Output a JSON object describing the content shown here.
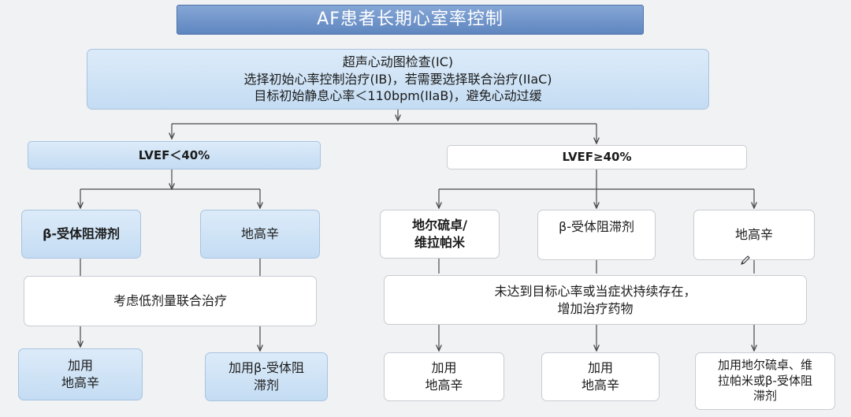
{
  "title": "AF患者长期心室率控制",
  "top": {
    "lines": [
      "超声心动图检查(IC)",
      "选择初始心率控制治疗(IB)，若需要选择联合治疗(IIaC)",
      "目标初始静息心率＜110bpm(IIaB)，避免心动过缓"
    ]
  },
  "left": {
    "header": "LVEF＜40%",
    "drug1": "β-受体阻滞剂",
    "drug2": "地高辛",
    "combo": "考虑低剂量联合治疗",
    "add1": [
      "加用",
      "地高辛"
    ],
    "add2": [
      "加用β-受体阻",
      "滞剂"
    ]
  },
  "right": {
    "header": "LVEF≥40%",
    "drug1": [
      "地尔硫卓/",
      "维拉帕米"
    ],
    "drug2": "β-受体阻滞剂",
    "drug3": "地高辛",
    "combo": [
      "未达到目标心率或当症状持续存在，",
      "增加治疗药物"
    ],
    "add1": [
      "加用",
      "地高辛"
    ],
    "add2": [
      "加用",
      "地高辛"
    ],
    "add3": [
      "加用地尔硫卓、维",
      "拉帕米或β-受体阻",
      "滞剂"
    ]
  }
}
